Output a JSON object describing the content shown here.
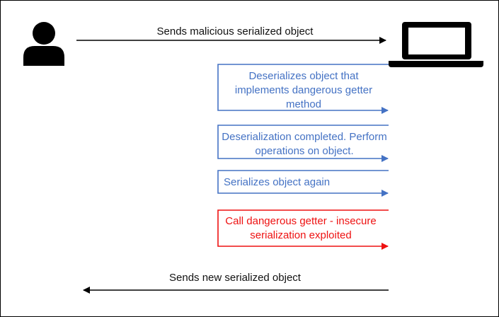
{
  "colors": {
    "actor": "#000000",
    "step": "#4472c4",
    "exploit": "#ee1111"
  },
  "icons": {
    "attacker": "user-icon",
    "server": "laptop-icon"
  },
  "messages": {
    "request": "Sends malicious serialized object",
    "step1_line1": "Deserializes object that",
    "step1_line2": "implements dangerous getter",
    "step1_line3": "method",
    "step2_line1": "Deserialization completed. Perform",
    "step2_line2": "operations on object.",
    "step3_line1": "Serializes object again",
    "step4_line1": "Call dangerous getter - insecure",
    "step4_line2": "serialization exploited",
    "response": "Sends new serialized object"
  }
}
